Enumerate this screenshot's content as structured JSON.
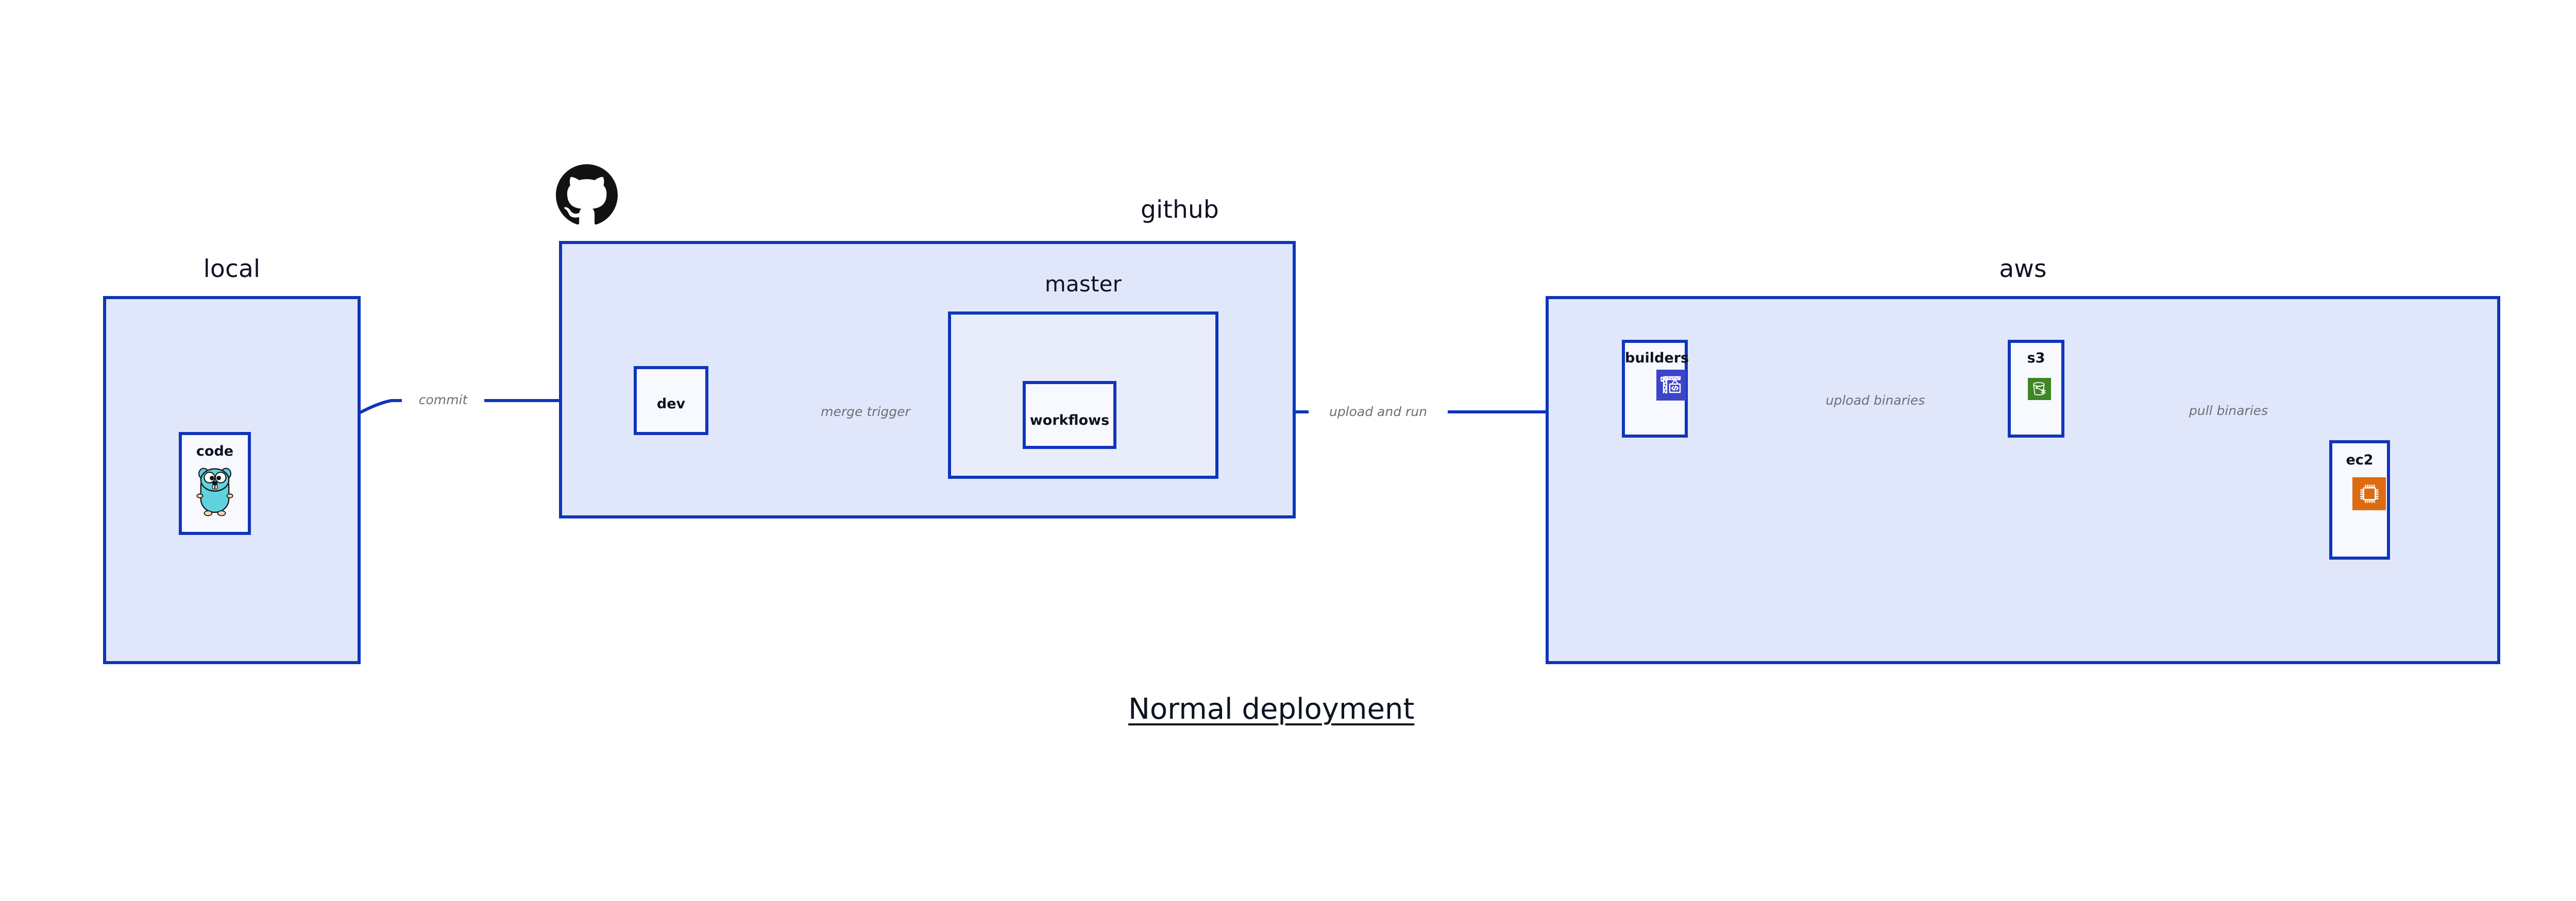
{
  "diagram": {
    "title": "Normal deployment",
    "colors": {
      "group_fill": "#e1e7fb",
      "node_fill": "#eaeefc",
      "border": "#0f35ba",
      "edge": "#0f35ba",
      "edge_label": "#6e6e76",
      "text": "#0d1321",
      "builders_icon_bg": "#3c44c8",
      "s3_icon_bg": "#3f8624",
      "ec2_icon_bg": "#dd6b10",
      "gopher_body": "#5fd2dd",
      "github_logo": "#111111"
    },
    "groups": [
      {
        "id": "local",
        "label": "local"
      },
      {
        "id": "github",
        "label": "github"
      },
      {
        "id": "master",
        "label": "master"
      },
      {
        "id": "aws",
        "label": "aws"
      }
    ],
    "nodes": [
      {
        "id": "code",
        "label": "code",
        "icon": "go-gopher-icon"
      },
      {
        "id": "dev",
        "label": "dev",
        "icon": null
      },
      {
        "id": "workflows",
        "label": "workflows",
        "icon": null
      },
      {
        "id": "builders",
        "label": "builders",
        "icon": "crane-code-icon"
      },
      {
        "id": "s3",
        "label": "s3",
        "icon": "s3-bucket-icon"
      },
      {
        "id": "ec2",
        "label": "ec2",
        "icon": "cpu-chip-icon"
      }
    ],
    "edges": [
      {
        "id": "commit",
        "from": "code",
        "to": "dev",
        "label": "commit"
      },
      {
        "id": "merge-trigger",
        "from": "dev",
        "to": "workflows",
        "label": "merge trigger"
      },
      {
        "id": "upload-and-run",
        "from": "workflows",
        "to": "builders",
        "label": "upload and run"
      },
      {
        "id": "upload-binaries",
        "from": "builders",
        "to": "s3",
        "label": "upload binaries"
      },
      {
        "id": "pull-binaries",
        "from": "s3",
        "to": "ec2",
        "label": "pull binaries"
      }
    ]
  }
}
